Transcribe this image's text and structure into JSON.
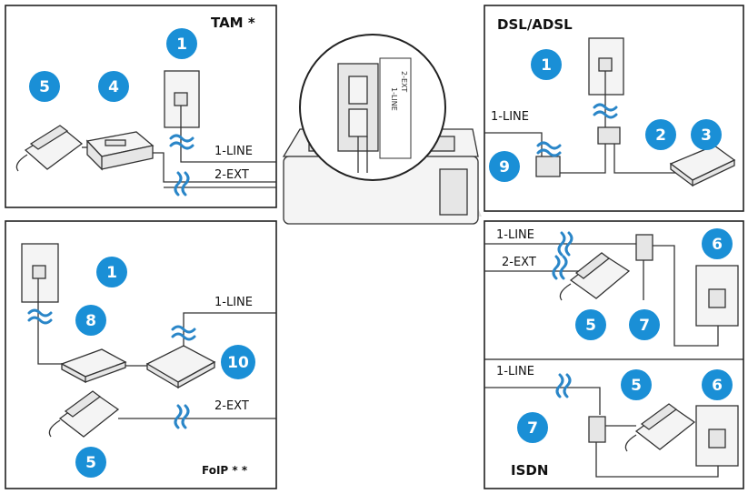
{
  "colors": {
    "badge": "#1a8fd6",
    "squiggle": "#2a86c8",
    "line": "#333333"
  },
  "panels": {
    "tam": {
      "title": "TAM *",
      "line1": "1-LINE",
      "line2": "2-EXT"
    },
    "dsl": {
      "title": "DSL/ADSL",
      "line1": "1-LINE"
    },
    "foip": {
      "title": "FoIP * *",
      "line1": "1-LINE",
      "line2": "2-EXT"
    },
    "isdn_pbx": {
      "line1": "1-LINE",
      "line2": "2-EXT"
    },
    "isdn": {
      "title": "ISDN",
      "line1": "1-LINE"
    }
  },
  "printer": {
    "port1": "1-LINE",
    "port2": "2-EXT"
  },
  "badges": {
    "tam_wall": "1",
    "tam_phone": "5",
    "tam_machine": "4",
    "dsl_wall": "1",
    "dsl_splitter": "2",
    "dsl_modem": "3",
    "dsl_filter": "9",
    "foip_wall": "1",
    "foip_modem": "8",
    "foip_adapter": "10",
    "foip_phone": "5",
    "pbx_jack": "6",
    "pbx_phone": "5",
    "pbx_box": "7",
    "isdn_phone": "5",
    "isdn_jack": "6",
    "isdn_box": "7"
  }
}
